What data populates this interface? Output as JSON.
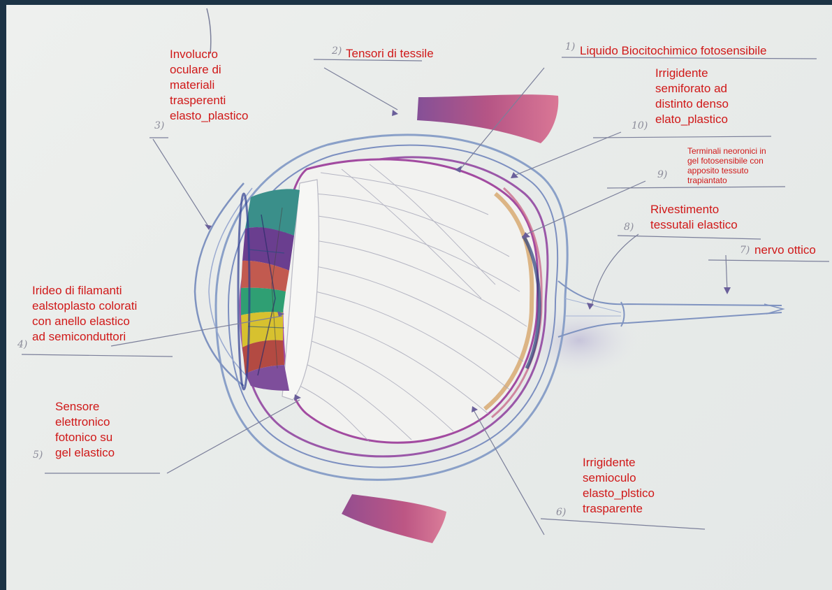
{
  "labels": {
    "involucro": [
      "Involucro",
      "oculare di",
      "materiali",
      "trasperenti",
      "elasto_plastico"
    ],
    "tensori": "Tensori di tessile",
    "liquido": "Liquido Biocitochimico fotosensibile",
    "irrigidente_semiforato": [
      "Irrigidente",
      "semiforato ad",
      "distinto denso",
      "elato_plastico"
    ],
    "terminali": [
      "Terminali neoronici in",
      "gel fotosensibile con",
      "apposito tessuto",
      "trapiantato"
    ],
    "rivestimento": [
      "Rivestimento",
      "tessutali elastico"
    ],
    "nervo": "nervo ottico",
    "irideo": [
      "Irideo di filamanti",
      "ealstoplasto colorati",
      "con anello elastico",
      "ad semiconduttori"
    ],
    "sensore": [
      "Sensore",
      "elettronico",
      "fotonico su",
      "gel elastico"
    ],
    "irrigidente_semioculo": [
      "Irrigidente",
      "semioculo",
      "elasto_plstico",
      "trasparente"
    ]
  },
  "numbers": {
    "n1": "1)",
    "n2": "2)",
    "n3": "3)",
    "n4": "4)",
    "n5": "5)",
    "n6": "6)",
    "n7": "7)",
    "n8": "8)",
    "n9": "9)",
    "n10": "10)"
  },
  "colors": {
    "background": "#1c3345",
    "paper": "#ebeeec",
    "label_red": "#d01818",
    "pencil_blue": "#6f86b4",
    "muscle_magenta": "#b0447a"
  }
}
